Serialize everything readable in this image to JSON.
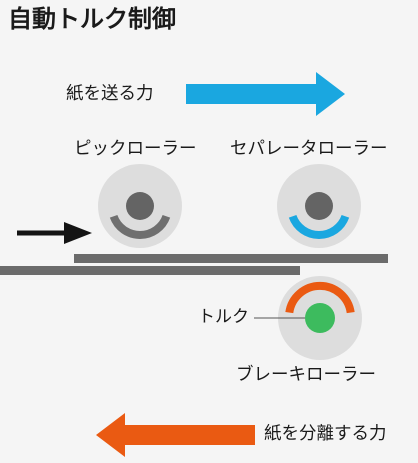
{
  "title": "自動トルク制御",
  "labels": {
    "feed_force": "紙を送る力",
    "pick_roller": "ピックローラー",
    "separator_roller": "セパレータローラー",
    "torque": "トルク",
    "brake_roller": "ブレーキローラー",
    "separate_force": "紙を分離する力"
  },
  "colors": {
    "background": "#f5f5f5",
    "feed_arrow": "#1aa7e0",
    "separate_arrow": "#ea5a12",
    "roller_body": "#dddddd",
    "roller_hub": "#646464",
    "pick_band": "#6f6f6f",
    "separator_band": "#1aa7e0",
    "brake_band": "#ea5a12",
    "brake_hub": "#3dbb5e",
    "paper": "#6b6b6b",
    "insert_arrow": "#141414"
  },
  "icons": {
    "feed_arrow": "arrow-right-icon",
    "separate_arrow": "arrow-left-icon",
    "insert_arrow": "arrow-right-icon"
  }
}
